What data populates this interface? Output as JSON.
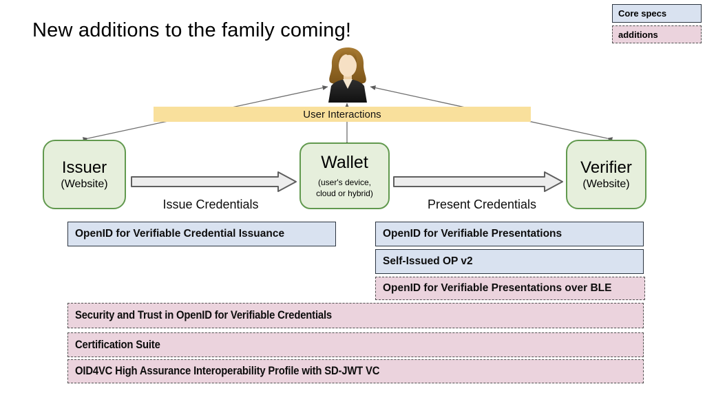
{
  "title": "New additions to the family coming!",
  "legend": {
    "core_label": "Core specs",
    "additions_label": "additions"
  },
  "band": {
    "label": "User Interactions"
  },
  "entities": {
    "issuer": {
      "name": "Issuer",
      "sub": "(Website)"
    },
    "wallet": {
      "name": "Wallet",
      "sub_line1": "(user's device,",
      "sub_line2": "cloud or hybrid)"
    },
    "verifier": {
      "name": "Verifier",
      "sub": "(Website)"
    }
  },
  "flows": {
    "issue_label": "Issue Credentials",
    "present_label": "Present Credentials"
  },
  "specs": {
    "issuance": [
      {
        "label": "OpenID for Verifiable Credential Issuance",
        "type": "core"
      }
    ],
    "presentation": [
      {
        "label": "OpenID for Verifiable Presentations",
        "type": "core"
      },
      {
        "label": "Self-Issued OP v2",
        "type": "core"
      },
      {
        "label": "OpenID for Verifiable Presentations over BLE",
        "type": "addition"
      }
    ],
    "cross_cutting": [
      {
        "label": "Security and Trust in OpenID for Verifiable Credentials",
        "type": "addition"
      },
      {
        "label": "Certification Suite",
        "type": "addition"
      },
      {
        "label": "OID4VC High Assurance Interoperability Profile with SD-JWT VC",
        "type": "addition"
      }
    ]
  },
  "colors": {
    "core_fill": "#d9e2f0",
    "addition_fill": "#ebd3dd",
    "entity_fill": "#e6efdc",
    "entity_border": "#61994e",
    "band_fill": "#f9e09c",
    "arrow_fill": "#ededed",
    "arrow_stroke": "#5f5f5f",
    "connector": "#6e6e6e"
  }
}
